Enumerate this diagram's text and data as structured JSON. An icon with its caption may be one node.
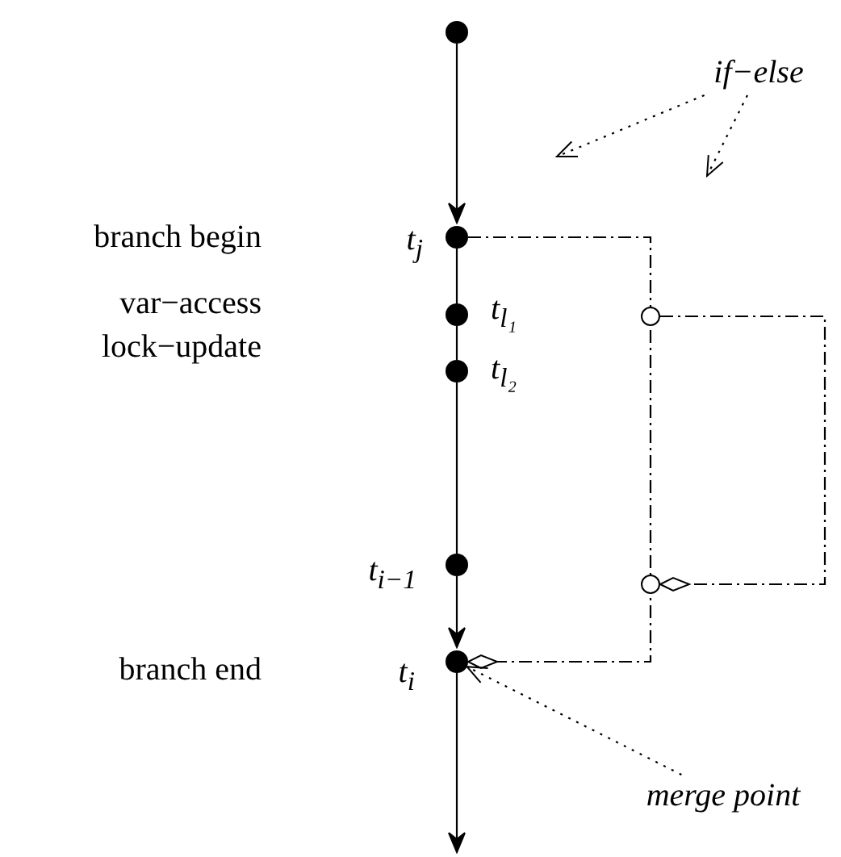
{
  "diagram": {
    "nodes": [
      {
        "text": [],
        "shape": "circle"
      },
      {
        "text": [
          "if−else"
        ]
      },
      {
        "text": [],
        "shape": "circle",
        "beside": [
          "t$_{j}$"
        ]
      },
      {
        "text": [],
        "shape": "circle",
        "beside": [
          "t$_{l₁}$"
        ]
      },
      {
        "text": [],
        "shape": "circle"
      },
      {
        "text": [],
        "shape": "circle",
        "beside": [
          "t$_{l₂}$"
        ]
      },
      {
        "text": [],
        "shape": "circle",
        "beside": [
          "t$_{i−1}$"
        ]
      },
      {
        "text": [],
        "shape": "circle"
      },
      {
        "text": [],
        "shape": "circle",
        "beside": [
          "t$_{i}$"
        ]
      },
      {
        "text": [
          "merge point"
        ]
      }
    ],
    "edges": [
      {
        "from": 0,
        "to": 2,
        "arrow": "to"
      },
      {
        "from": 2,
        "to": 3,
        "arrow": "none"
      },
      {
        "from": 3,
        "to": 5,
        "arrow": "none"
      },
      {
        "from": 5,
        "to": 6,
        "arrow": "none"
      },
      {
        "from": 6,
        "to": 8,
        "arrow": "to"
      },
      {
        "from": 8,
        "to": null,
        "arrow": "to"
      },
      {
        "from": 2,
        "to": 8,
        "arrow": "other",
        "style": "dashed"
      },
      {
        "from": 4,
        "to": 7,
        "arrow": "other",
        "style": "dashed"
      },
      {
        "from": 1,
        "to": null,
        "arrow": "to",
        "style": "dashed"
      },
      {
        "from": 1,
        "to": null,
        "arrow": "to",
        "style": "dashed"
      },
      {
        "from": 9,
        "to": 8,
        "arrow": "to",
        "style": "dashed"
      }
    ],
    "labels": [
      "branch begin",
      "var−access",
      "lock−update",
      "branch end"
    ]
  }
}
